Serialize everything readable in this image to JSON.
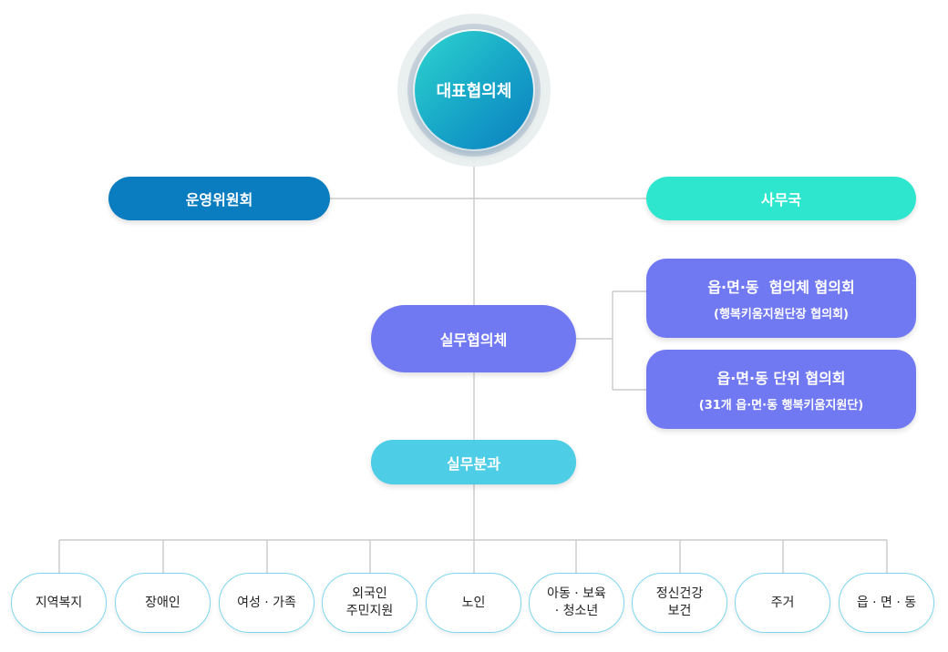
{
  "top": {
    "label": "대표협의체"
  },
  "left_committee": {
    "label": "운영위원회",
    "color": "#0a7cc0"
  },
  "secretariat": {
    "label": "사무국",
    "color": "#2ee6cd"
  },
  "working_body": {
    "label": "실무협의체",
    "color": "#7179f2"
  },
  "councils": [
    {
      "title": "읍·면·동  협의체 협의회",
      "subtitle": "(행복키움지원단장 협의회)"
    },
    {
      "title": "읍·면·동 단위 협의회",
      "subtitle": "(31개 읍·면·동 행복키움지원단)"
    }
  ],
  "subcommittee": {
    "label": "실무분과",
    "color": "#4dcde6"
  },
  "divisions": [
    {
      "line1": "지역복지",
      "line2": ""
    },
    {
      "line1": "장애인",
      "line2": ""
    },
    {
      "line1": "여성 · 가족",
      "line2": ""
    },
    {
      "line1": "외국인",
      "line2": "주민지원"
    },
    {
      "line1": "노인",
      "line2": ""
    },
    {
      "line1": "아동 · 보육",
      "line2": "· 청소년"
    },
    {
      "line1": "정신건강",
      "line2": "보건"
    },
    {
      "line1": "주거",
      "line2": ""
    },
    {
      "line1": "읍 · 면 · 동",
      "line2": ""
    }
  ],
  "line_color": "#cccccc"
}
